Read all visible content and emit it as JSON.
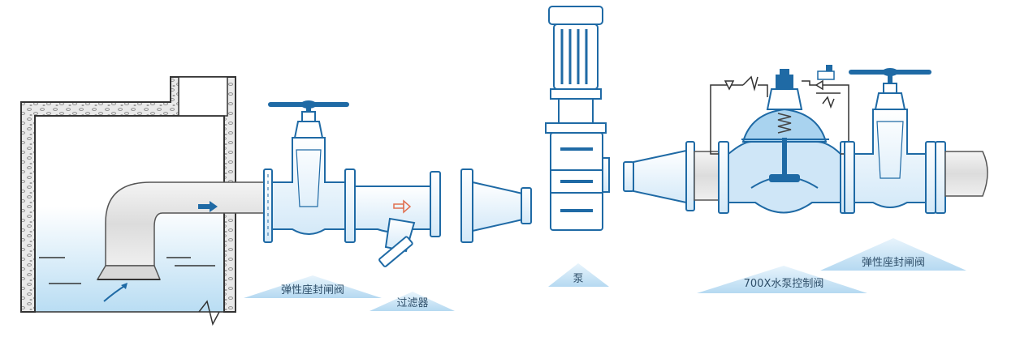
{
  "labels": {
    "resilient_gate_valve_inlet": "弹性座封闸阀",
    "y_strainer": "过滤器",
    "pump": "泵",
    "pump_control_valve": "700X水泵控制阀",
    "resilient_gate_valve_outlet": "弹性座封闸阀"
  },
  "colors": {
    "valve_outline": "#1f6aa5",
    "valve_fill": "#ffffff",
    "valve_inner_fill": "#cfe6f7",
    "pipe_fill": "#e6e6e6",
    "pipe_outline": "#555555",
    "water": "#cfe8f7",
    "flow_arrow": "#1f6aa5",
    "strainer_arrow": "#e07050",
    "label_wedge": "#cfe6f7",
    "label_text": "#2f4f6a"
  },
  "icons": [
    "flow-arrow-icon",
    "gate-valve-icon",
    "y-strainer-icon",
    "pump-icon",
    "pump-control-valve-icon",
    "inlet-flow-arrow-icon"
  ]
}
